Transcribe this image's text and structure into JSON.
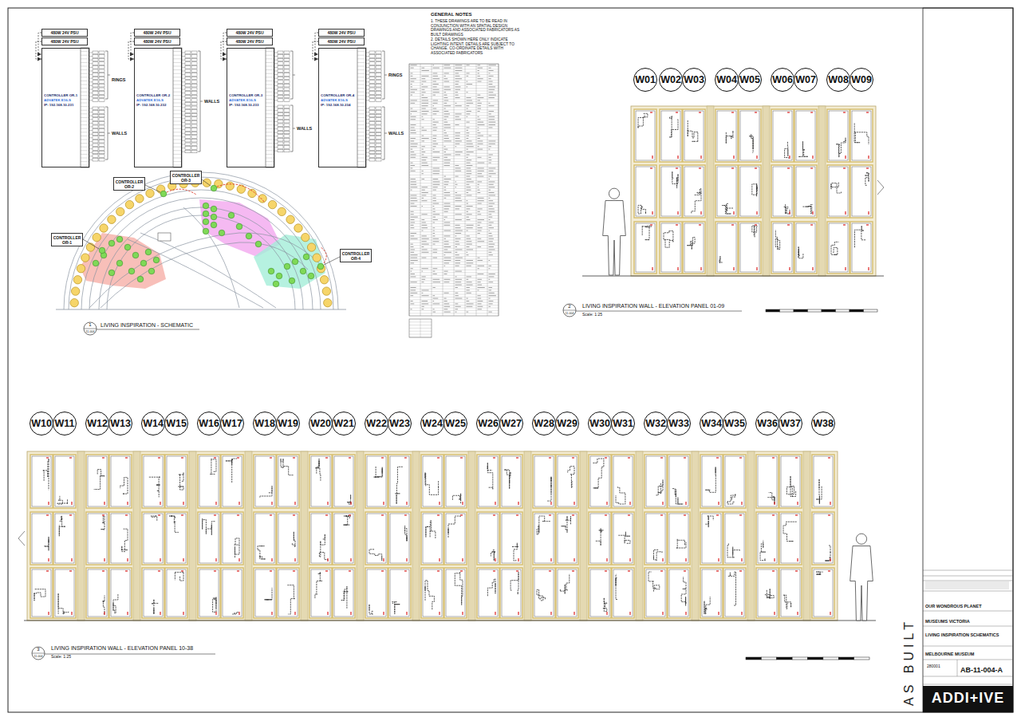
{
  "diagram": {
    "nodes": [
      {
        "text": [
          "480W 24V PSU"
        ]
      },
      {
        "text": [
          "480W 24V PSU"
        ]
      },
      {
        "text": [
          "CONTROLLER OR-1",
          "ADVATEK E16-S",
          "IP: 192.168.10.231"
        ]
      },
      {
        "text": [
          "480W 24V PSU"
        ]
      },
      {
        "text": [
          "480W 24V PSU"
        ]
      },
      {
        "text": [
          "CONTROLLER OR-2",
          "ADVATEK E16-S",
          "IP: 192.168.10.232"
        ]
      },
      {
        "text": [
          "480W 24V PSU"
        ]
      },
      {
        "text": [
          "480W 24V PSU"
        ]
      },
      {
        "text": [
          "CONTROLLER OR-3",
          "ADVATEK E16-S",
          "IP: 192.168.10.233"
        ]
      },
      {
        "text": [
          "480W 24V PSU"
        ]
      },
      {
        "text": [
          "480W 24V PSU"
        ]
      },
      {
        "text": [
          "CONTROLLER OR-4",
          "ADVATEK E16-S",
          "IP: 192.168.10.234"
        ]
      },
      {
        "text": [
          "CONTROLLER OR-2"
        ]
      },
      {
        "text": [
          "CONTROLLER OR-3"
        ]
      },
      {
        "text": [
          "CONTROLLER OR-1"
        ]
      },
      {
        "text": [
          "CONTROLLER OR-4"
        ]
      },
      {
        "text": [
          "W01"
        ]
      },
      {
        "text": [
          "W02"
        ]
      },
      {
        "text": [
          "W03"
        ]
      },
      {
        "text": [
          "W04"
        ]
      },
      {
        "text": [
          "W05"
        ]
      },
      {
        "text": [
          "W06"
        ]
      },
      {
        "text": [
          "W07"
        ]
      },
      {
        "text": [
          "W08"
        ]
      },
      {
        "text": [
          "W09"
        ]
      },
      {
        "text": [
          "W10"
        ]
      },
      {
        "text": [
          "W11"
        ]
      },
      {
        "text": [
          "W12"
        ]
      },
      {
        "text": [
          "W13"
        ]
      },
      {
        "text": [
          "W14"
        ]
      },
      {
        "text": [
          "W15"
        ]
      },
      {
        "text": [
          "W16"
        ]
      },
      {
        "text": [
          "W17"
        ]
      },
      {
        "text": [
          "W18"
        ]
      },
      {
        "text": [
          "W19"
        ]
      },
      {
        "text": [
          "W20"
        ]
      },
      {
        "text": [
          "W21"
        ]
      },
      {
        "text": [
          "W22"
        ]
      },
      {
        "text": [
          "W23"
        ]
      },
      {
        "text": [
          "W24"
        ]
      },
      {
        "text": [
          "W25"
        ]
      },
      {
        "text": [
          "W26"
        ]
      },
      {
        "text": [
          "W27"
        ]
      },
      {
        "text": [
          "W28"
        ]
      },
      {
        "text": [
          "W29"
        ]
      },
      {
        "text": [
          "W30"
        ]
      },
      {
        "text": [
          "W31"
        ]
      },
      {
        "text": [
          "W32"
        ]
      },
      {
        "text": [
          "W33"
        ]
      },
      {
        "text": [
          "W34"
        ]
      },
      {
        "text": [
          "W35"
        ]
      },
      {
        "text": [
          "W36"
        ]
      },
      {
        "text": [
          "W37"
        ]
      },
      {
        "text": [
          "W38"
        ]
      }
    ],
    "edges": [
      {
        "from": 0,
        "to": 2,
        "arrow": "to"
      },
      {
        "from": 1,
        "to": 2,
        "arrow": "to"
      },
      {
        "from": 3,
        "to": 5,
        "arrow": "to"
      },
      {
        "from": 4,
        "to": 5,
        "arrow": "to"
      },
      {
        "from": 6,
        "to": 8,
        "arrow": "to"
      },
      {
        "from": 7,
        "to": 8,
        "arrow": "to"
      },
      {
        "from": 9,
        "to": 11,
        "arrow": "to"
      },
      {
        "from": 10,
        "to": 11,
        "arrow": "to"
      }
    ],
    "labels": [
      "RINGS",
      "WALLS",
      "WALLS",
      "WALLS",
      "RINGS",
      "WALLS",
      "GENERAL NOTES",
      "1. THESE DRAWINGS ARE TO BE READ IN CONJUNCTION WITH AN SPATIAL DESIGN DRAWINGS AND ASSOCIATED FABRICATORS AS BUILT DRAWINGS",
      "2. DETAILS SHOWN HERE ONLY INDICATE LIGHTING INTENT. DETAILS ARE SUBJECT TO CHANGE. CO-ORDINATE DETAILS WITH ASSOCIATED FABRICATORS",
      "1",
      "11-004",
      "LIVING INSPIRATION - SCHEMATIC",
      "2",
      "11-004",
      "LIVING INSPIRATION WALL - ELEVATION PANEL 01-09",
      "Scale: 1:25",
      "3",
      "11-004",
      "LIVING INSPIRATION WALL - ELEVATION PANEL 10-38",
      "Scale: 1:25",
      "OUR WONDROUS PLANET",
      "MUSEUMS VICTORIA",
      "LIVING INSPIRATION SCHEMATICS",
      "MELBOURNE MUSEUM",
      "280001",
      "AB-11-004-A",
      "AS BUILT",
      "ADDI+IVE"
    ]
  }
}
